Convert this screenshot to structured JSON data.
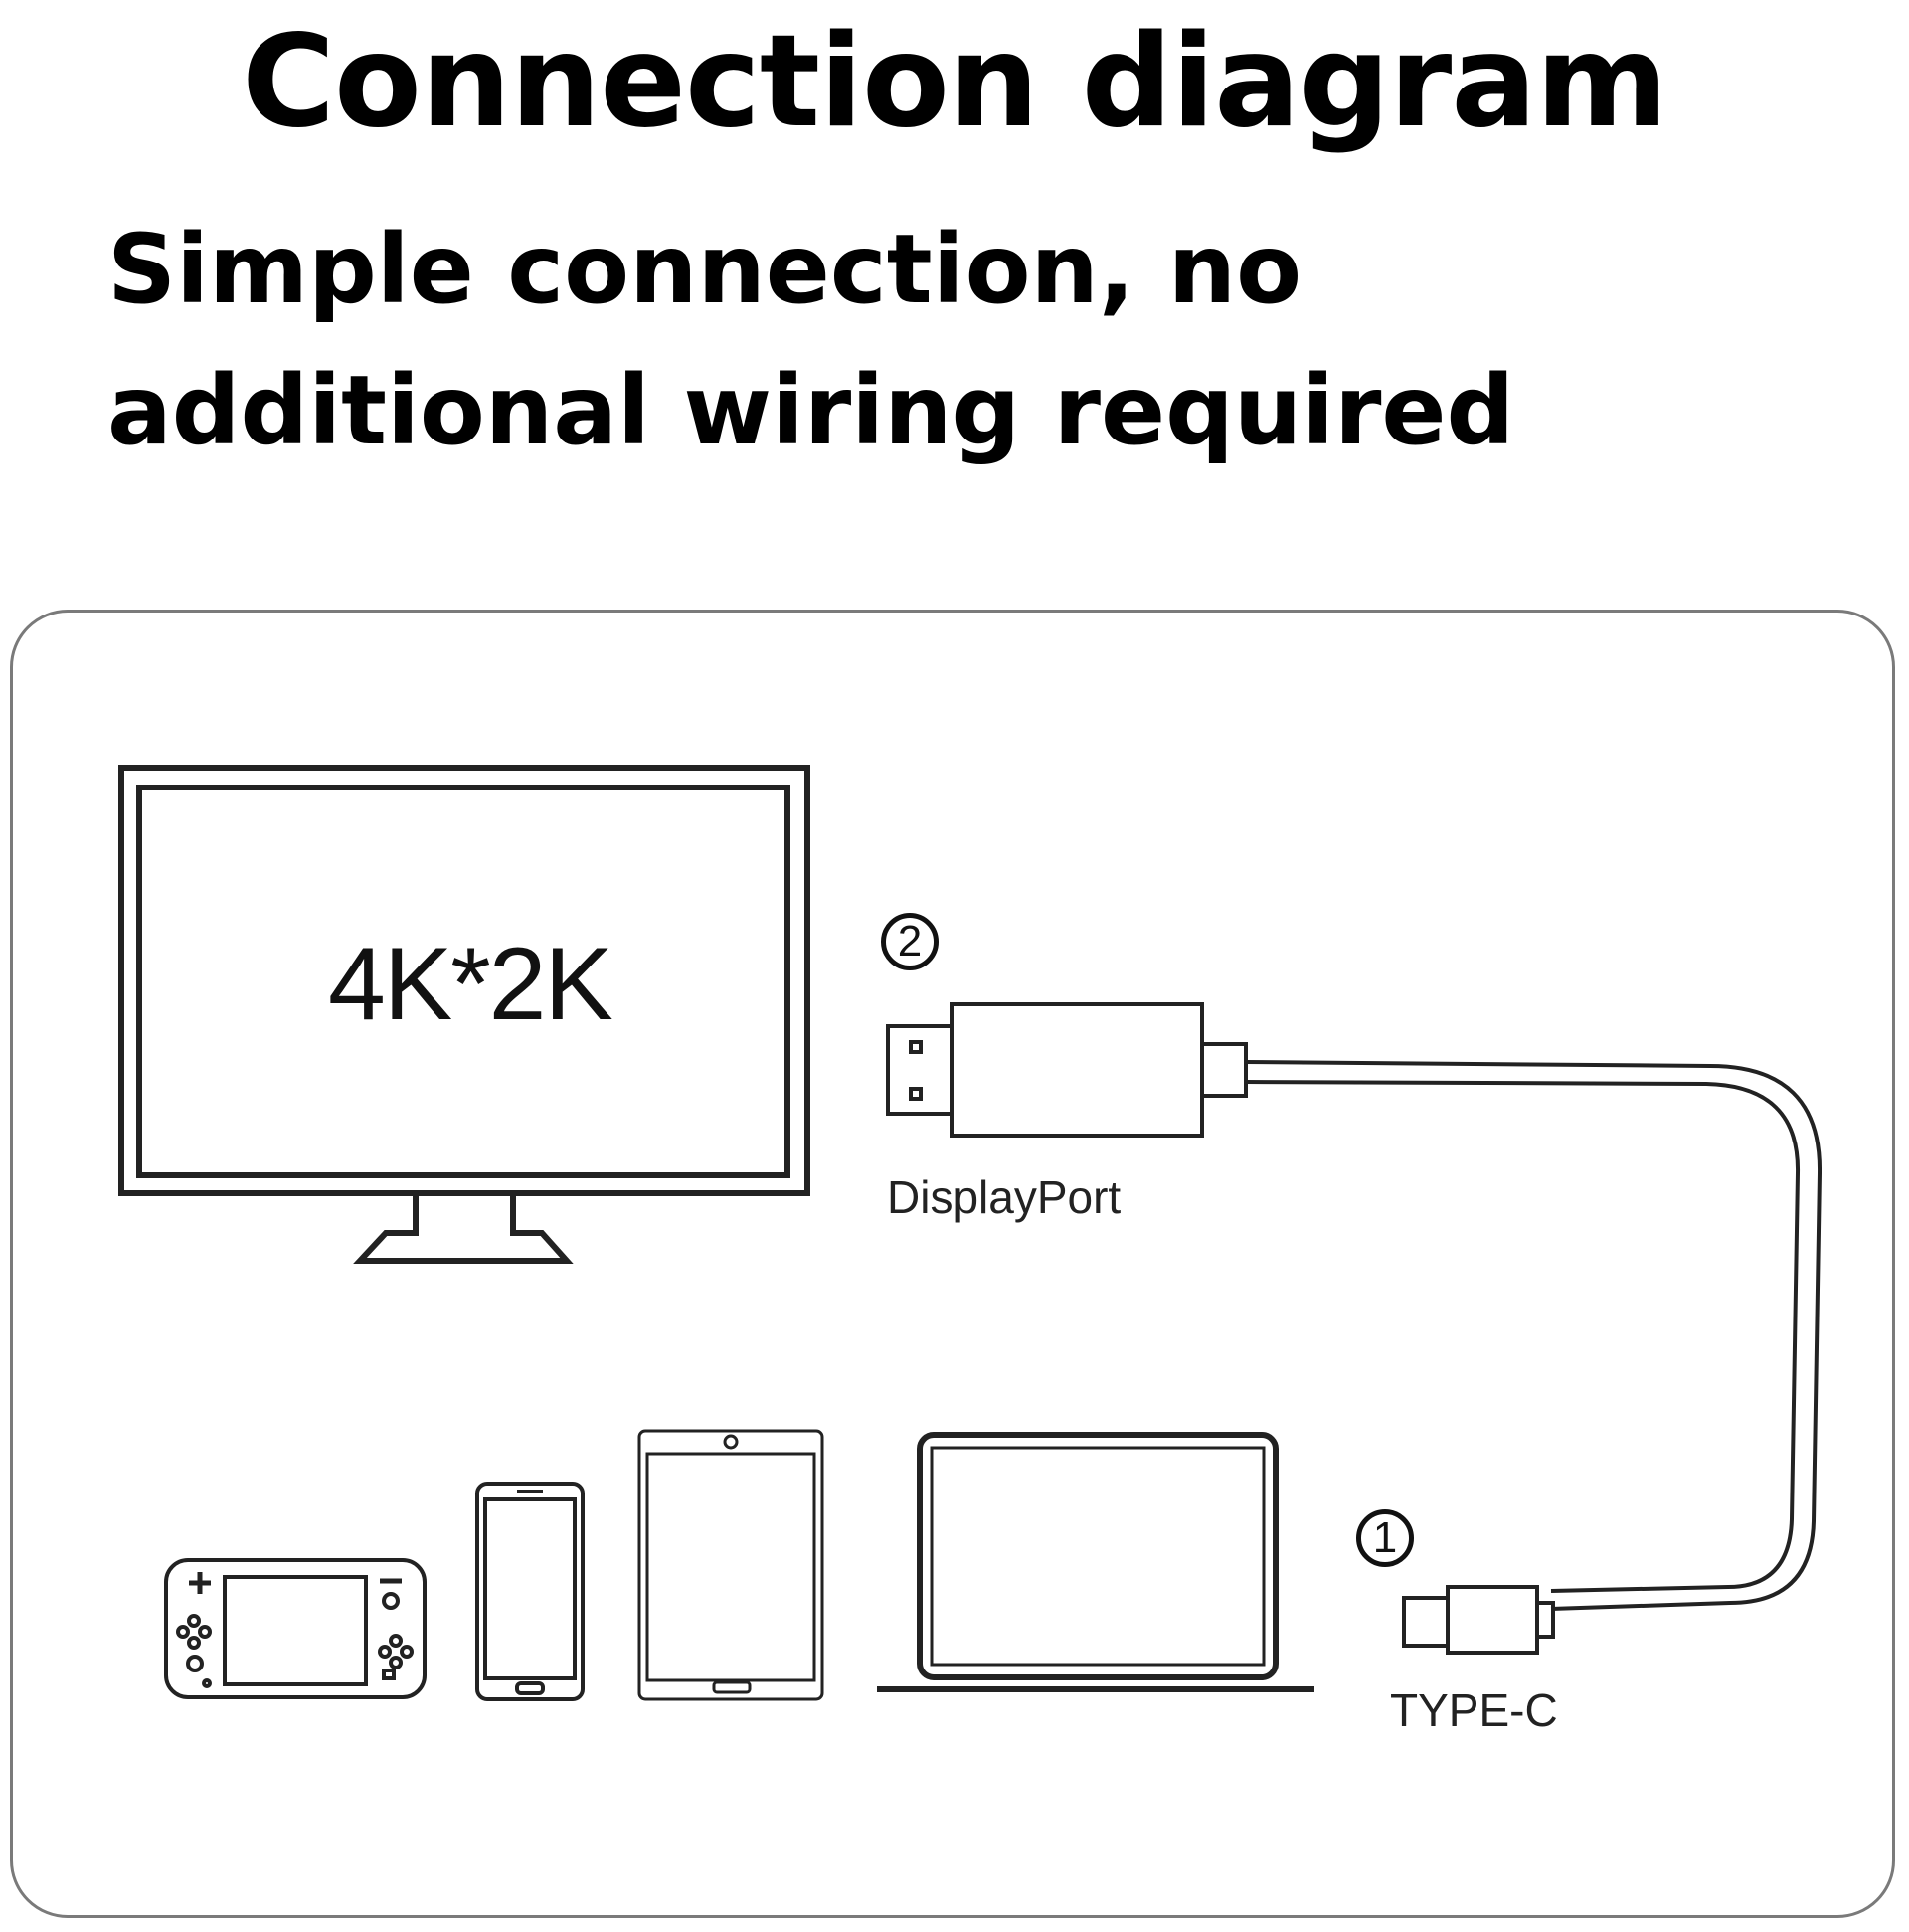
{
  "header": {
    "title": "Connection diagram",
    "subtitle": "Simple connection, no additional wiring required"
  },
  "diagram": {
    "monitor_label": "4K*2K",
    "displayport": {
      "step": "2",
      "label": "DisplayPort"
    },
    "typec": {
      "step": "1",
      "label": "TYPE-C"
    },
    "devices": [
      "handheld-console-icon",
      "smartphone-icon",
      "tablet-icon",
      "laptop-icon"
    ],
    "line_color": "#222222",
    "panel_border_color": "#7a7a7a"
  }
}
